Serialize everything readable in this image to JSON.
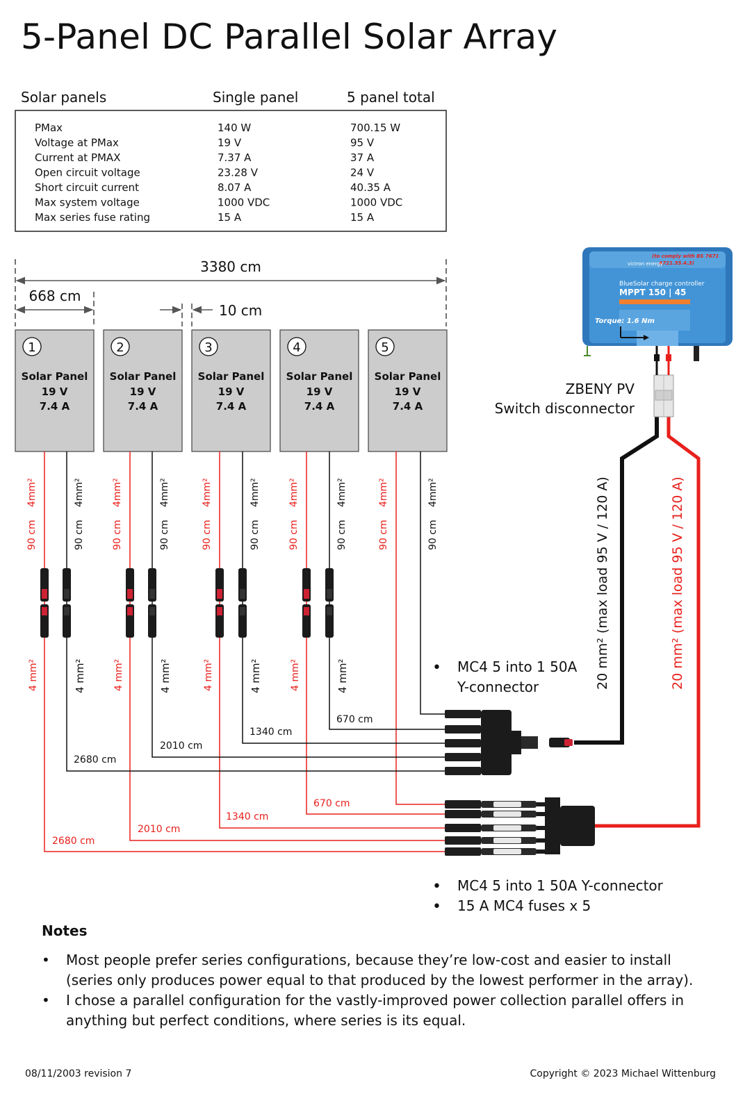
{
  "title": "5-Panel DC Parallel Solar Array",
  "spec_table": {
    "headers": [
      "Solar panels",
      "Single panel",
      "5 panel total"
    ],
    "rows": [
      [
        "PMax",
        "140 W",
        "700.15 W"
      ],
      [
        "Voltage at PMax",
        "19 V",
        "95 V"
      ],
      [
        "Current at PMAX",
        "7.37 A",
        "37 A"
      ],
      [
        "Open circuit voltage",
        "23.28 V",
        "24 V"
      ],
      [
        "Short circuit current",
        "8.07 A",
        "40.35 A"
      ],
      [
        "Max system voltage",
        "1000 VDC",
        "1000 VDC"
      ],
      [
        "Max series fuse rating",
        "15 A",
        "15 A"
      ]
    ]
  },
  "dimensions": {
    "total_width": "3380 cm",
    "panel_width": "668 cm",
    "gap": "10 cm"
  },
  "panels": [
    {
      "number": "1",
      "label": "Solar Panel",
      "voltage": "19 V",
      "current": "7.4 A"
    },
    {
      "number": "2",
      "label": "Solar Panel",
      "voltage": "19 V",
      "current": "7.4 A"
    },
    {
      "number": "3",
      "label": "Solar Panel",
      "voltage": "19 V",
      "current": "7.4 A"
    },
    {
      "number": "4",
      "label": "Solar Panel",
      "voltage": "19 V",
      "current": "7.4 A"
    },
    {
      "number": "5",
      "label": "Solar Panel",
      "voltage": "19 V",
      "current": "7.4 A"
    }
  ],
  "lead_labels": {
    "length": "90 cm",
    "gauge_sup": "4mm²",
    "extension_gauge": "4 mm²"
  },
  "negative_runs": [
    "670 cm",
    "1340 cm",
    "2010 cm",
    "2680 cm"
  ],
  "positive_runs": [
    "670 cm",
    "1340 cm",
    "2010 cm",
    "2680 cm"
  ],
  "connector_black": {
    "lines": [
      "MC4 5 into 1 50A",
      "Y-connector"
    ]
  },
  "connector_red": {
    "lines": [
      "MC4 5 into 1 50A Y-connector",
      "15 A MC4 fuses x 5"
    ]
  },
  "main_cables": {
    "negative_label": "20 mm² (max load 95 V / 120 A)",
    "positive_label": "20 mm² (max load 95 V / 120 A)"
  },
  "switch": {
    "lines": [
      "ZBENY PV",
      "Switch disconnector"
    ]
  },
  "controller": {
    "compliance": [
      "(to comply with BS 7671",
      "A721.55.4.3)"
    ],
    "brand": "victron energy",
    "product_line": "BlueSolar charge controller",
    "model": "MPPT  150 | 45",
    "torque": "Torque: 1.6 Nm"
  },
  "notes": {
    "heading": "Notes",
    "items": [
      "Most people prefer series configurations, because they’re low-cost and easier to install (series only produces power equal to that produced by the lowest performer in the array).",
      "I chose a parallel configuration for the vastly-improved power collection parallel offers in anything but perfect conditions, where series is its equal."
    ]
  },
  "footer": {
    "date_revision": "08/11/2003 revision 7",
    "copyright": "Copyright © 2023 Michael Wittenburg"
  },
  "colors": {
    "positive": "#e8201c",
    "negative": "#111111",
    "panel_fill": "#cccccc",
    "controller_blue": "#3b87c9"
  }
}
